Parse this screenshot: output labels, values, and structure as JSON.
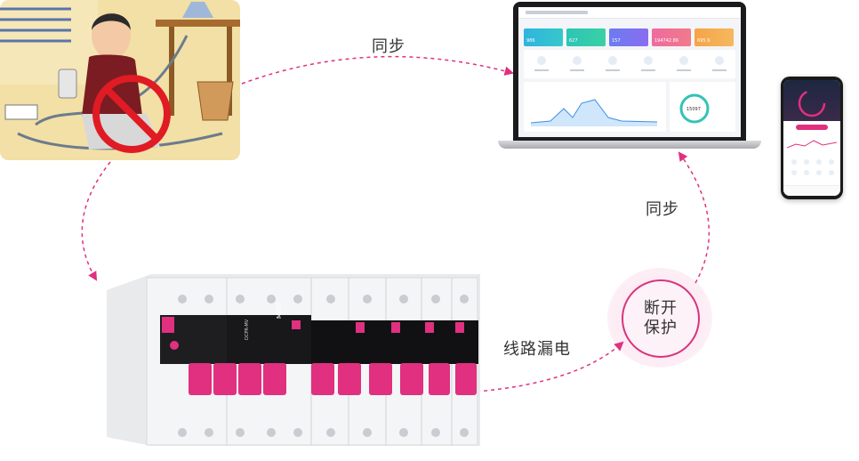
{
  "labels": {
    "sync_top": "同步",
    "sync_right": "同步",
    "leakage": "线路漏电"
  },
  "protect": {
    "line1": "断开",
    "line2": "保护"
  },
  "dashboard": {
    "kpis": [
      "986",
      "627",
      "157",
      "194742.86",
      "695.9"
    ],
    "donut_value": "15097"
  },
  "breaker": {
    "brand": "MEGT",
    "model": "DCPR-MV"
  },
  "colors": {
    "accent": "#e0307f",
    "label": "#333333"
  }
}
